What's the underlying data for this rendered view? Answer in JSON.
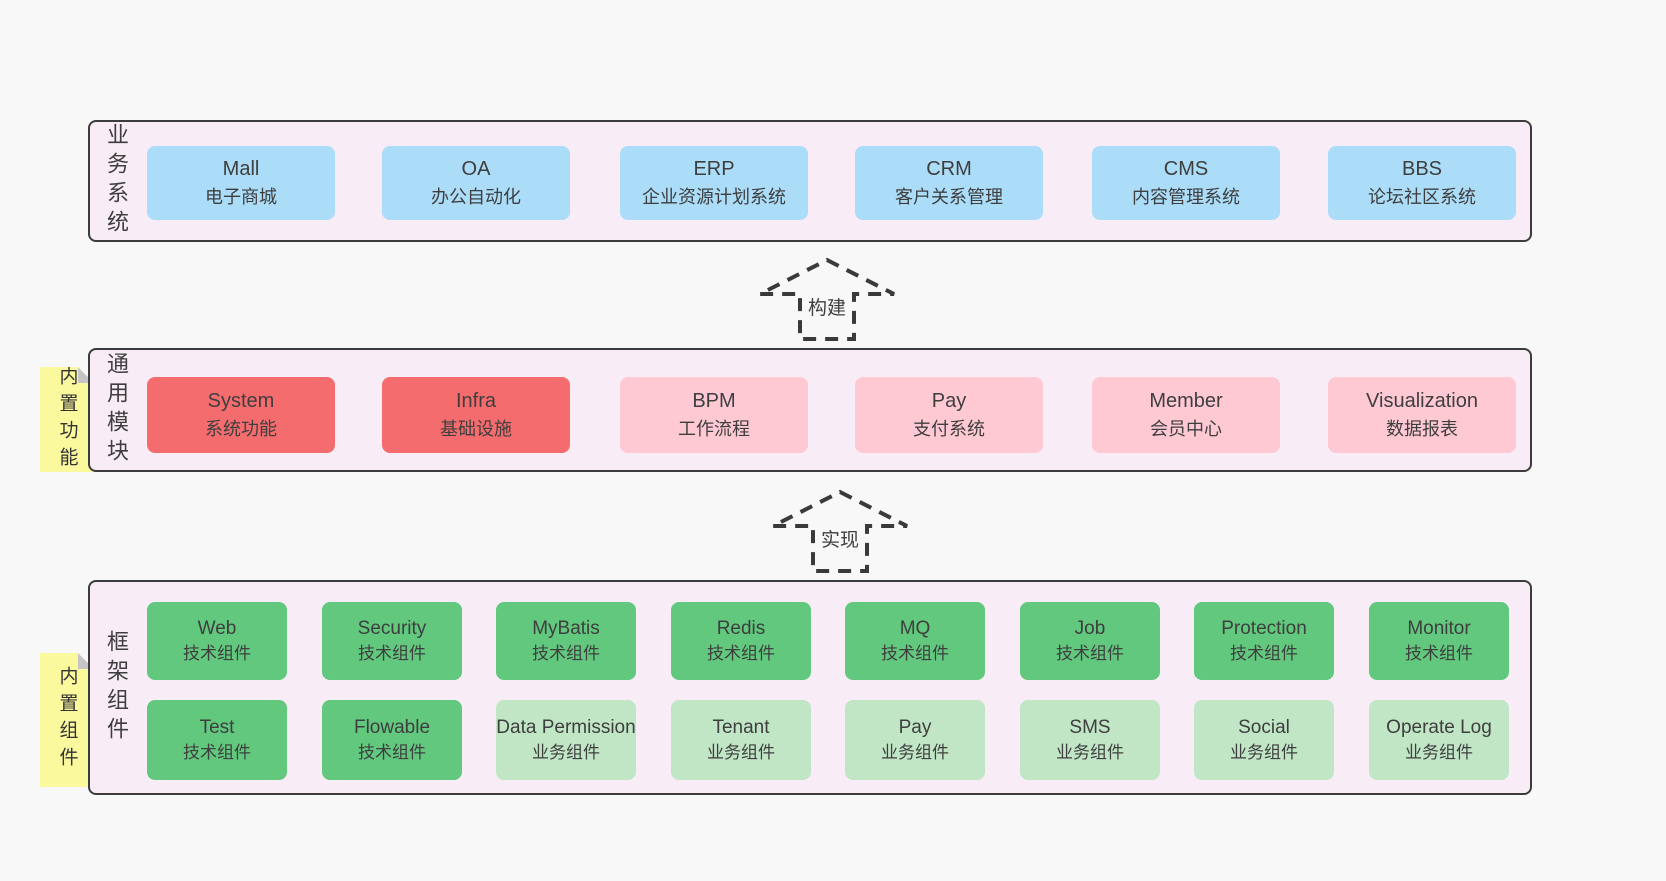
{
  "colors": {
    "page_background": "#f8f8f8",
    "panel_background": "#f8edf6",
    "panel_border": "#3c3c3c",
    "blue_box": "#abdcf8",
    "red_box": "#f56c6e",
    "pink_box": "#ffc9d4",
    "green_box": "#61c87e",
    "light_green_box": "#c0e6c6",
    "sticky_note": "#fbf99e",
    "sticky_fold": "#c5c5c5",
    "text": "#3e3e3e"
  },
  "arrows": {
    "build": "构建",
    "implement": "实现"
  },
  "sections": {
    "business": {
      "label": "业务系统",
      "boxes": [
        {
          "title": "Mall",
          "subtitle": "电子商城"
        },
        {
          "title": "OA",
          "subtitle": "办公自动化"
        },
        {
          "title": "ERP",
          "subtitle": "企业资源计划系统"
        },
        {
          "title": "CRM",
          "subtitle": "客户关系管理"
        },
        {
          "title": "CMS",
          "subtitle": "内容管理系统"
        },
        {
          "title": "BBS",
          "subtitle": "论坛社区系统"
        }
      ]
    },
    "modules": {
      "label": "通用模块",
      "sticky": "内置功能",
      "boxes": [
        {
          "title": "System",
          "subtitle": "系统功能"
        },
        {
          "title": "Infra",
          "subtitle": "基础设施"
        },
        {
          "title": "BPM",
          "subtitle": "工作流程"
        },
        {
          "title": "Pay",
          "subtitle": "支付系统"
        },
        {
          "title": "Member",
          "subtitle": "会员中心"
        },
        {
          "title": "Visualization",
          "subtitle": "数据报表"
        }
      ]
    },
    "components": {
      "label": "框架组件",
      "sticky": "内置组件",
      "row1": [
        {
          "title": "Web",
          "subtitle": "技术组件"
        },
        {
          "title": "Security",
          "subtitle": "技术组件"
        },
        {
          "title": "MyBatis",
          "subtitle": "技术组件"
        },
        {
          "title": "Redis",
          "subtitle": "技术组件"
        },
        {
          "title": "MQ",
          "subtitle": "技术组件"
        },
        {
          "title": "Job",
          "subtitle": "技术组件"
        },
        {
          "title": "Protection",
          "subtitle": "技术组件"
        },
        {
          "title": "Monitor",
          "subtitle": "技术组件"
        }
      ],
      "row2": [
        {
          "title": "Test",
          "subtitle": "技术组件"
        },
        {
          "title": "Flowable",
          "subtitle": "技术组件"
        },
        {
          "title": "Data Permission",
          "subtitle": "业务组件"
        },
        {
          "title": "Tenant",
          "subtitle": "业务组件"
        },
        {
          "title": "Pay",
          "subtitle": "业务组件"
        },
        {
          "title": "SMS",
          "subtitle": "业务组件"
        },
        {
          "title": "Social",
          "subtitle": "业务组件"
        },
        {
          "title": "Operate Log",
          "subtitle": "业务组件"
        }
      ]
    }
  }
}
